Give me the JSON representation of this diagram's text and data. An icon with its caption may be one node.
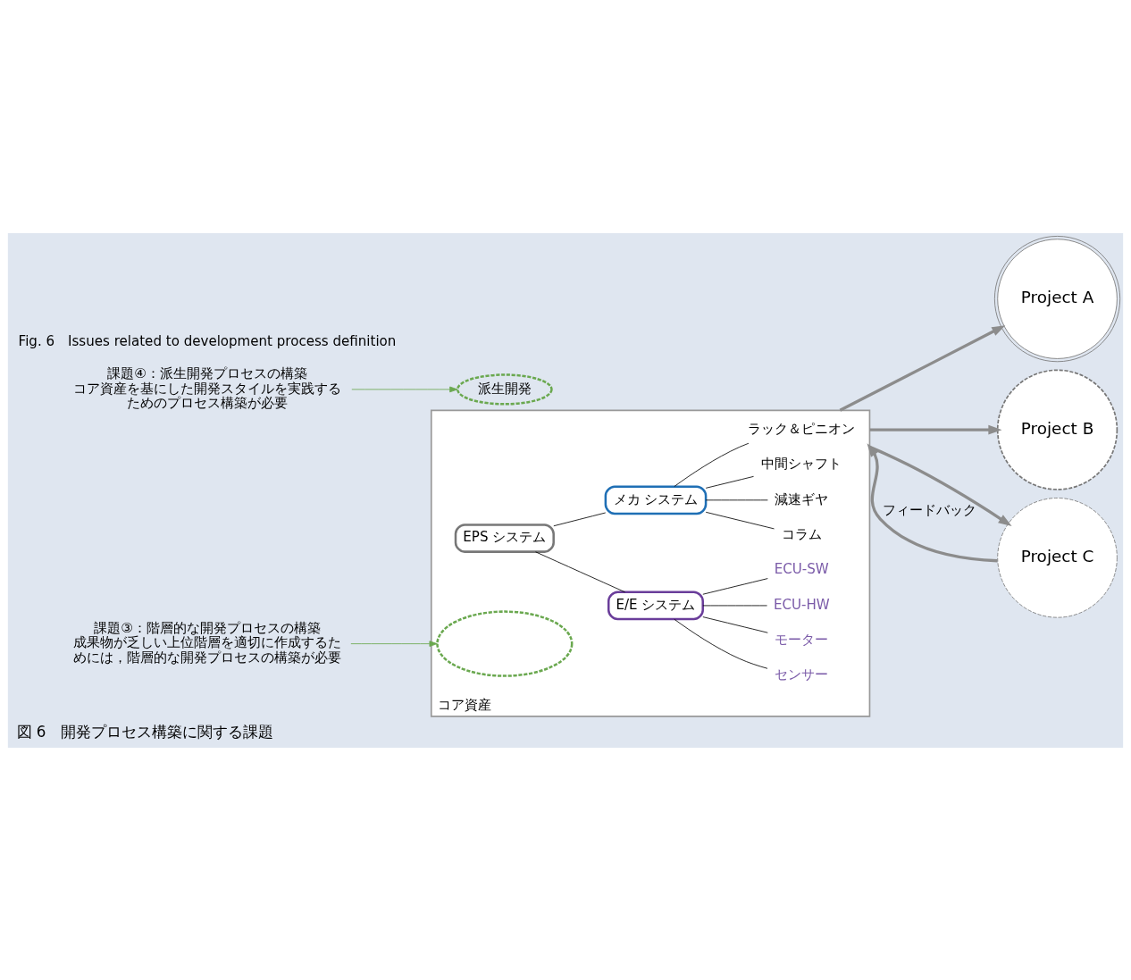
{
  "diagram": {
    "caption": "図 6　開発プロセス構築に関する課題",
    "nodes": [
      {
        "text": [
          "コア資産"
        ]
      },
      {
        "text": [
          "EPS システム"
        ],
        "in": 0
      },
      {
        "text": [
          "E/E システム"
        ],
        "in": 0
      },
      {
        "text": [
          "センサー"
        ],
        "in": 0
      },
      {
        "text": [
          "モーター"
        ],
        "in": 0
      },
      {
        "text": [
          "ECU-HW"
        ],
        "in": 0
      },
      {
        "text": [
          "ECU-SW"
        ],
        "in": 0
      },
      {
        "text": [
          "メカ システム"
        ],
        "in": 0
      },
      {
        "text": [
          "コラム"
        ],
        "in": 0
      },
      {
        "text": [
          "減速ギヤ"
        ],
        "in": 0
      },
      {
        "text": [
          "中間シャフト"
        ],
        "in": 0
      },
      {
        "text": [
          "ラック＆ピニオン"
        ],
        "in": 0
      },
      {
        "text": [
          "Project A"
        ]
      },
      {
        "text": [
          "Project B"
        ]
      },
      {
        "text": [
          "Project C"
        ]
      },
      {
        "text": [
          "課題③：階層的な開発プロセスの構築",
          "成果物が乏しい上位階層を適切に作成するためには，階層的な開発プロセスの構築が必要"
        ]
      },
      {
        "text": [
          "課題④：派生開発プロセスの構築",
          "コア資産を基にした開発スタイルを実践するためのプロセス構築が必要"
        ]
      },
      {
        "text": [],
        "shape": "ellipse",
        "in": 0
      },
      {
        "text": [
          "派生開発"
        ]
      }
    ],
    "edges": [
      {
        "from": 1,
        "to": 2,
        "arrow": "none"
      },
      {
        "from": 1,
        "to": 7,
        "arrow": "none"
      },
      {
        "from": 2,
        "to": 3,
        "arrow": "none"
      },
      {
        "from": 2,
        "to": 4,
        "arrow": "none"
      },
      {
        "from": 2,
        "to": 5,
        "arrow": "none"
      },
      {
        "from": 2,
        "to": 6,
        "arrow": "none"
      },
      {
        "from": 7,
        "to": 8,
        "arrow": "none"
      },
      {
        "from": 7,
        "to": 9,
        "arrow": "none"
      },
      {
        "from": 7,
        "to": 10,
        "arrow": "none"
      },
      {
        "from": 7,
        "to": 11,
        "arrow": "none"
      },
      {
        "from": 0,
        "to": 12,
        "arrow": "to",
        "style": "thick",
        "color": "#8c8c8c"
      },
      {
        "from": 0,
        "to": 13,
        "arrow": "to",
        "style": "thick",
        "color": "#8c8c8c"
      },
      {
        "from": 0,
        "to": 14,
        "arrow": "to",
        "style": "thick",
        "color": "#8c8c8c"
      },
      {
        "from": 14,
        "to": 0,
        "arrow": "to",
        "label": "フィードバック",
        "style": "thick",
        "color": "#8c8c8c"
      },
      {
        "from": 15,
        "to": 17,
        "arrow": "to",
        "color": "#6aa84f"
      },
      {
        "from": 16,
        "to": 18,
        "arrow": "to",
        "color": "#6aa84f"
      }
    ],
    "labels": [
      "Fig. 6　Issues related to development process definition"
    ]
  }
}
